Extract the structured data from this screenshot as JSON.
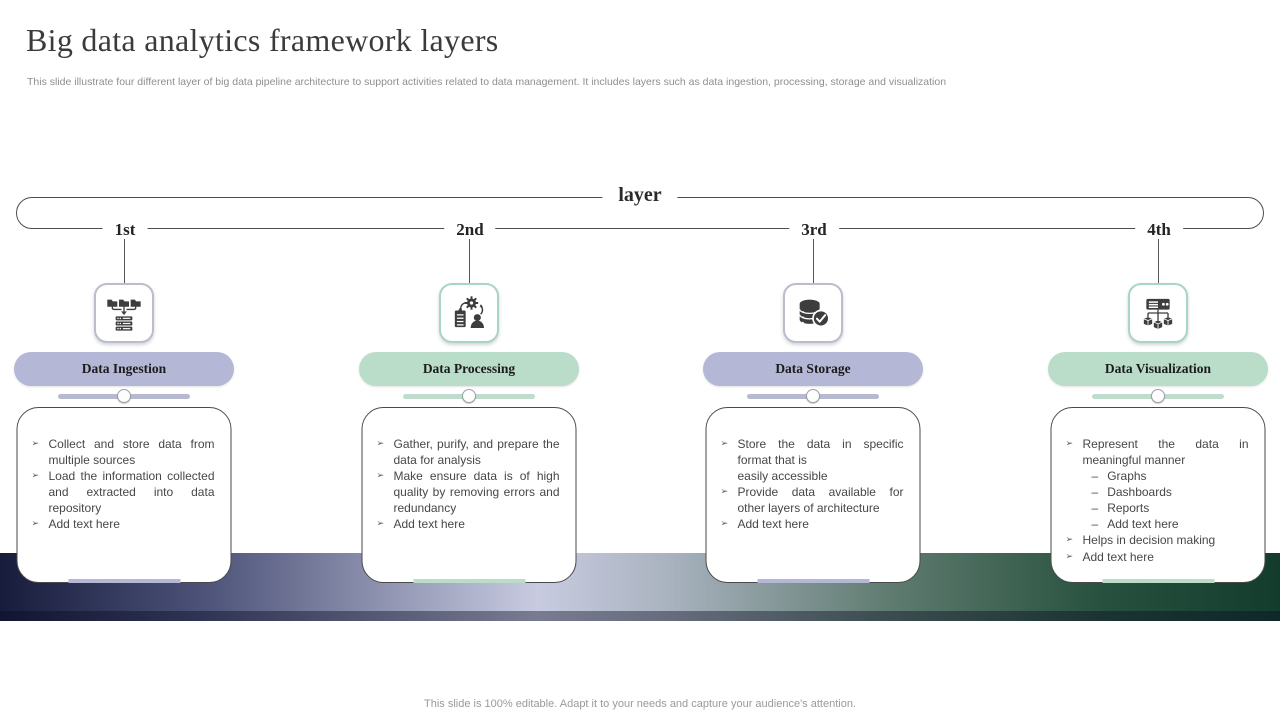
{
  "slide": {
    "title": "Big data analytics framework layers",
    "subtitle": "This slide illustrate four different layer of big data pipeline architecture to support activities related to data management.  It includes layers such as data ingestion, processing, storage and visualization",
    "timeline_label": "layer",
    "footer": "This slide is 100% editable. Adapt it to your needs and capture your audience's attention."
  },
  "palette": {
    "lavender": {
      "pill": "#b4b7d5",
      "border": "#babecb",
      "bar": "#b7bace"
    },
    "green": {
      "pill": "#b9ddc9",
      "border": "#a9d5c1",
      "bar": "#bfdccd"
    },
    "line": "#4e4e4e",
    "icon_ink": "#3d3d3d",
    "band_gradient": [
      "#171c3c",
      "#4d5379",
      "#c8cbe0",
      "#aab3c0",
      "#5d7a6e",
      "#28513f",
      "#133c2d"
    ]
  },
  "columns": [
    {
      "order": "1st",
      "label": "Data Ingestion",
      "accent": "lavender",
      "icon": "data-ingestion-icon",
      "bullets": [
        {
          "text": "Collect and store data from multiple sources"
        },
        {
          "text": "Load the information collected and extracted into data repository"
        },
        {
          "text": "Add text here"
        }
      ]
    },
    {
      "order": "2nd",
      "label": "Data Processing",
      "accent": "green",
      "icon": "data-processing-icon",
      "bullets": [
        {
          "text": "Gather, purify, and prepare the data for analysis"
        },
        {
          "text": "Make ensure data is of high quality by removing errors and redundancy"
        },
        {
          "text": "Add text here"
        }
      ]
    },
    {
      "order": "3rd",
      "label": "Data Storage",
      "accent": "lavender",
      "icon": "data-storage-icon",
      "bullets": [
        {
          "text": "Store the data in specific format that is\neasily accessible"
        },
        {
          "text": "Provide data available for other layers of architecture"
        },
        {
          "text": "Add text here"
        }
      ]
    },
    {
      "order": "4th",
      "label": "Data Visualization",
      "accent": "green",
      "icon": "data-visualization-icon",
      "bullets": [
        {
          "text": "Represent the data in meaningful manner",
          "subs": [
            "Graphs",
            "Dashboards",
            "Reports",
            "Add text here"
          ]
        },
        {
          "text": "Helps in decision making"
        },
        {
          "text": "Add text here"
        }
      ]
    }
  ]
}
